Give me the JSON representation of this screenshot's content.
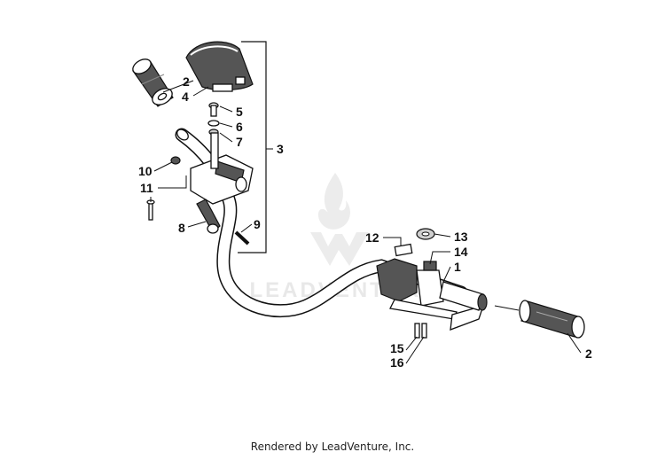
{
  "diagram": {
    "callouts": [
      {
        "id": "c2-top",
        "label": "2"
      },
      {
        "id": "c4",
        "label": "4"
      },
      {
        "id": "c5",
        "label": "5"
      },
      {
        "id": "c6",
        "label": "6"
      },
      {
        "id": "c7",
        "label": "7"
      },
      {
        "id": "c3",
        "label": "3"
      },
      {
        "id": "c10",
        "label": "10"
      },
      {
        "id": "c11",
        "label": "11"
      },
      {
        "id": "c8",
        "label": "8"
      },
      {
        "id": "c9",
        "label": "9"
      },
      {
        "id": "c12",
        "label": "12"
      },
      {
        "id": "c13",
        "label": "13"
      },
      {
        "id": "c14",
        "label": "14"
      },
      {
        "id": "c1",
        "label": "1"
      },
      {
        "id": "c15",
        "label": "15"
      },
      {
        "id": "c16",
        "label": "16"
      },
      {
        "id": "c2-right",
        "label": "2"
      }
    ]
  },
  "footer": {
    "credit": "Rendered by LeadVenture, Inc."
  },
  "watermark": {
    "text": "LEADVENTURE",
    "color": "#e6e6e6"
  }
}
